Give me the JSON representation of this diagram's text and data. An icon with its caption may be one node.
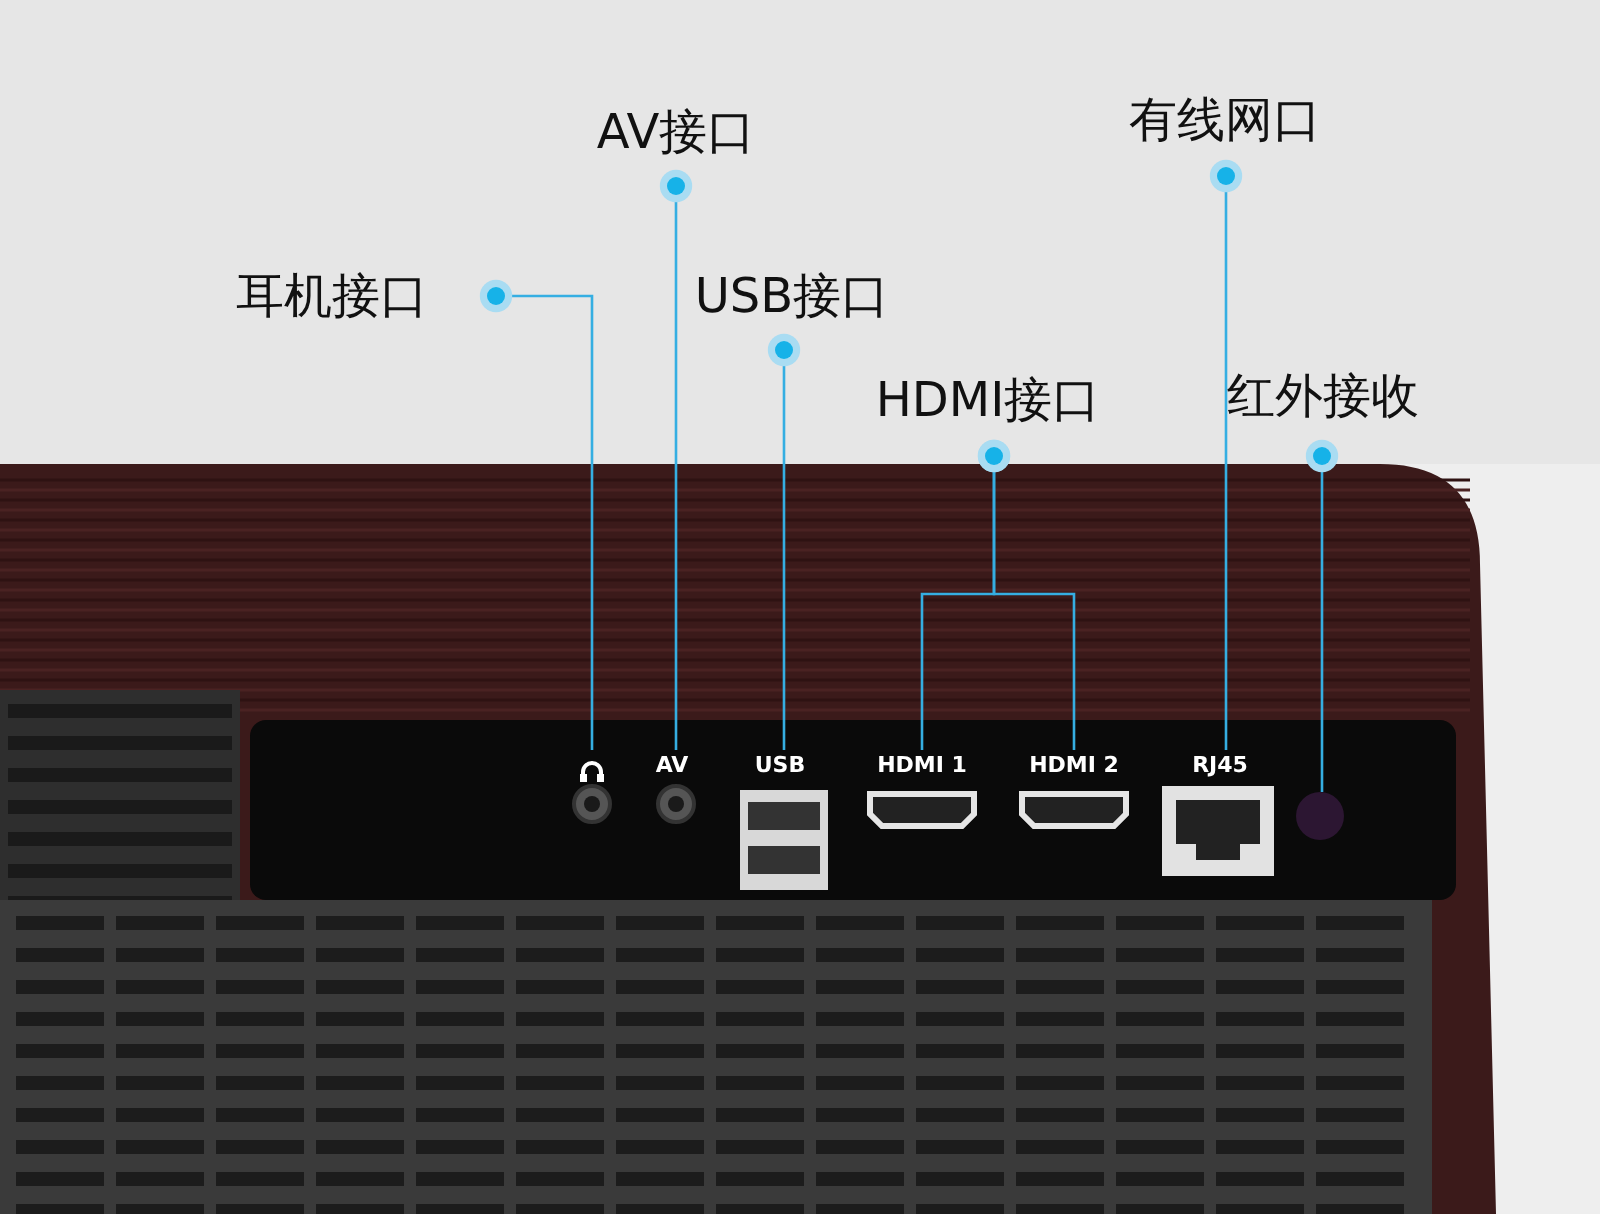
{
  "diagram": {
    "nodes": [
      {
        "text": [
          "耳机接口"
        ]
      },
      {
        "text": [
          "AV接口"
        ]
      },
      {
        "text": [
          "USB接口"
        ]
      },
      {
        "text": [
          "HDMI接口"
        ]
      },
      {
        "text": [
          "有线网口"
        ]
      },
      {
        "text": [
          "红外接收"
        ]
      },
      {
        "text": [],
        "shape": "picture"
      },
      {
        "text": [
          "AV"
        ]
      },
      {
        "text": [
          "USB"
        ]
      },
      {
        "text": [
          "HDMI 1"
        ]
      },
      {
        "text": [
          "HDMI 2"
        ]
      },
      {
        "text": [
          "RJ45"
        ]
      },
      {
        "text": [],
        "shape": "circle"
      }
    ],
    "edges": [
      {
        "from": 0,
        "to": 6,
        "arrow": "other"
      },
      {
        "from": 1,
        "to": 7,
        "arrow": "other"
      },
      {
        "from": 2,
        "to": 8,
        "arrow": "other"
      },
      {
        "from": 3,
        "to": 9,
        "arrow": "other"
      },
      {
        "from": 3,
        "to": 10,
        "arrow": "other"
      },
      {
        "from": 4,
        "to": 11,
        "arrow": "other"
      },
      {
        "from": 5,
        "to": 12,
        "arrow": "other"
      }
    ]
  }
}
